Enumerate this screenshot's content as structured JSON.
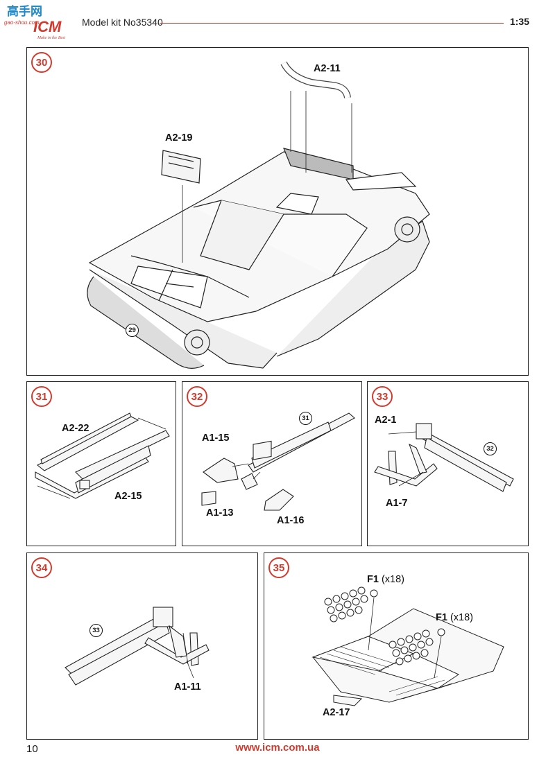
{
  "header": {
    "logo_text": "ICM",
    "logo_corner": "高手网",
    "logo_site": "gao-shou.com",
    "logo_tagline": "Make in the Best",
    "title": "Model kit No35340",
    "scale": "1:35"
  },
  "steps": {
    "s30": {
      "number": "30",
      "labels": {
        "a2_11": "A2-11",
        "a2_19": "A2-19"
      },
      "ref": "29"
    },
    "s31": {
      "number": "31",
      "labels": {
        "a2_22": "A2-22",
        "a2_15": "A2-15"
      }
    },
    "s32": {
      "number": "32",
      "labels": {
        "a1_15": "A1-15",
        "a1_13": "A1-13",
        "a1_16": "A1-16"
      },
      "ref": "31"
    },
    "s33": {
      "number": "33",
      "labels": {
        "a2_1": "A2-1",
        "a1_7": "A1-7"
      },
      "ref": "32"
    },
    "s34": {
      "number": "34",
      "labels": {
        "a1_11": "A1-11"
      },
      "ref": "33"
    },
    "s35": {
      "number": "35",
      "labels": {
        "f1a": "F1",
        "f1a_qty": "(x18)",
        "f1b": "F1",
        "f1b_qty": "(x18)",
        "a2_17": "A2-17"
      }
    }
  },
  "footer": {
    "page": "10",
    "url": "www.icm.com.ua"
  },
  "colors": {
    "accent": "#d23a2e",
    "ink": "#222222"
  }
}
